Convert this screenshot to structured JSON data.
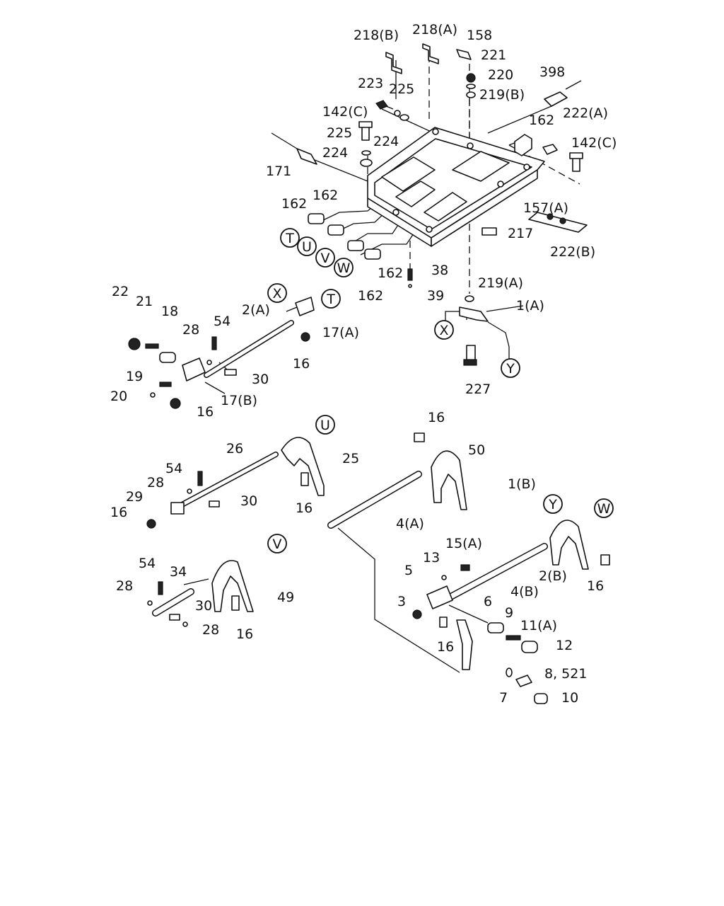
{
  "part_labels": {
    "p218B": "218(B)",
    "p218A": "218(A)",
    "p158": "158",
    "p221": "221",
    "p220": "220",
    "p219B": "219(B)",
    "p398": "398",
    "p223": "223",
    "p225a": "225",
    "p142Ca": "142(C)",
    "p225b": "225",
    "p224a": "224",
    "p224b": "224",
    "p162a": "162",
    "p222A": "222(A)",
    "p142Cb": "142(C)",
    "p171": "171",
    "p162b": "162",
    "p162c": "162",
    "p157A": "157(A)",
    "p217": "217",
    "p222B": "222(B)",
    "p162d": "162",
    "p162e": "162",
    "p38": "38",
    "p39": "39",
    "p219A": "219(A)",
    "p1A": "1(A)",
    "p22": "22",
    "p21": "21",
    "p18": "18",
    "p2A": "2(A)",
    "p28a": "28",
    "p54a": "54",
    "p17A": "17(A)",
    "p16a": "16",
    "p30a": "30",
    "p19": "19",
    "p20": "20",
    "p17B": "17(B)",
    "p16b": "16",
    "p227": "227",
    "p16c": "16",
    "p50": "50",
    "p26": "26",
    "p25": "25",
    "p54b": "54",
    "p28b": "28",
    "p29": "29",
    "p30b": "30",
    "p16d": "16",
    "p16e": "16",
    "p4A": "4(A)",
    "p1B": "1(B)",
    "p15A": "15(A)",
    "p13": "13",
    "p5": "5",
    "p2B": "2(B)",
    "p4B": "4(B)",
    "p16f": "16",
    "p54c": "54",
    "p34": "34",
    "p28c": "28",
    "p30c": "30",
    "p49": "49",
    "p28d": "28",
    "p16g": "16",
    "p3": "3",
    "p6": "6",
    "p9": "9",
    "p11A": "11(A)",
    "p16h": "16",
    "p12": "12",
    "p7": "7",
    "p8_521": "8, 521",
    "p10": "10"
  },
  "ref_markers": {
    "T": "T",
    "U": "U",
    "V": "V",
    "W": "W",
    "X": "X",
    "Y": "Y"
  }
}
